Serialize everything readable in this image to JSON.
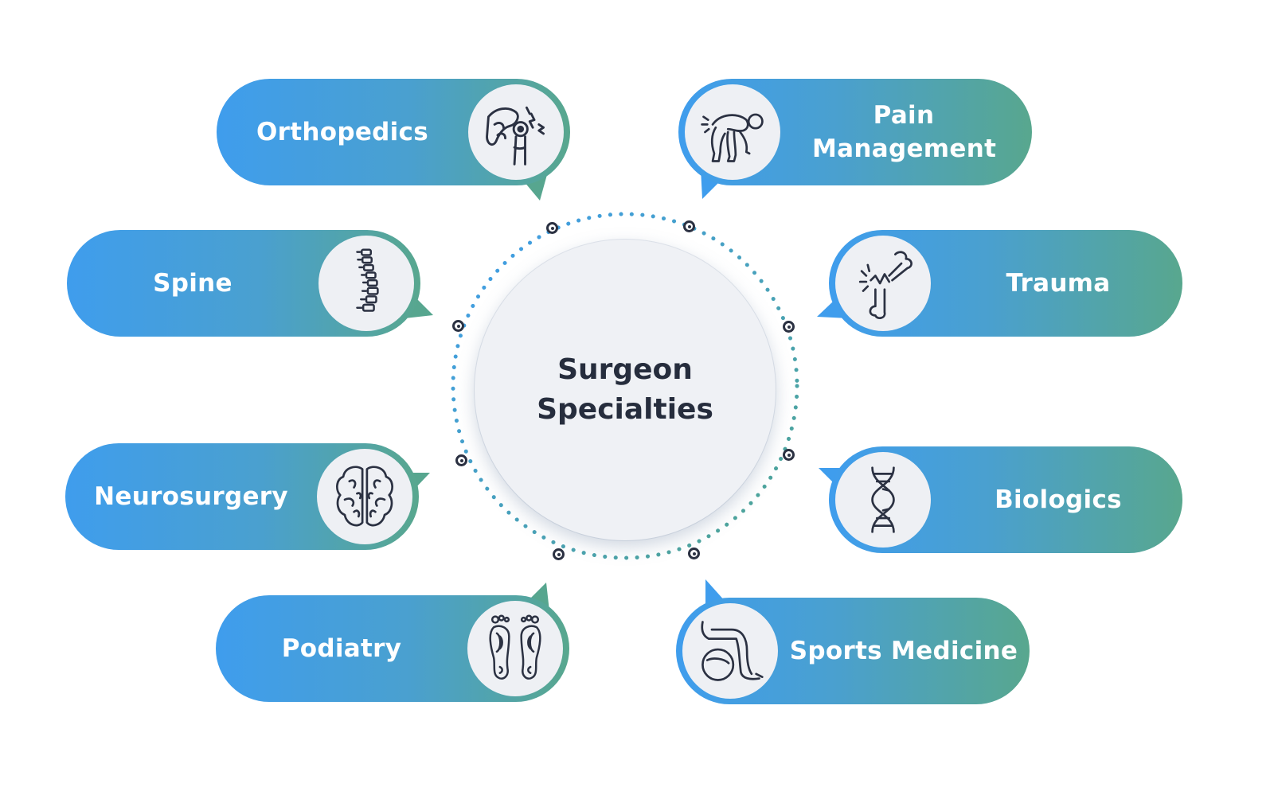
{
  "center": {
    "line1": "Surgeon",
    "line2": "Specialties"
  },
  "specialties": [
    {
      "label": "Orthopedics",
      "icon": "hip-joint-pain-icon"
    },
    {
      "label": "Pain Management",
      "icon": "back-pain-person-icon"
    },
    {
      "label": "Spine",
      "icon": "spine-icon"
    },
    {
      "label": "Trauma",
      "icon": "broken-bone-icon"
    },
    {
      "label": "Neurosurgery",
      "icon": "brain-icon"
    },
    {
      "label": "Biologics",
      "icon": "dna-icon"
    },
    {
      "label": "Podiatry",
      "icon": "feet-icon"
    },
    {
      "label": "Sports Medicine",
      "icon": "exercise-ball-icon"
    }
  ],
  "colors": {
    "gradient_start": "#3f9ded",
    "gradient_end": "#58a78e",
    "hub": "#eff1f5",
    "text_dark": "#262d3d"
  }
}
